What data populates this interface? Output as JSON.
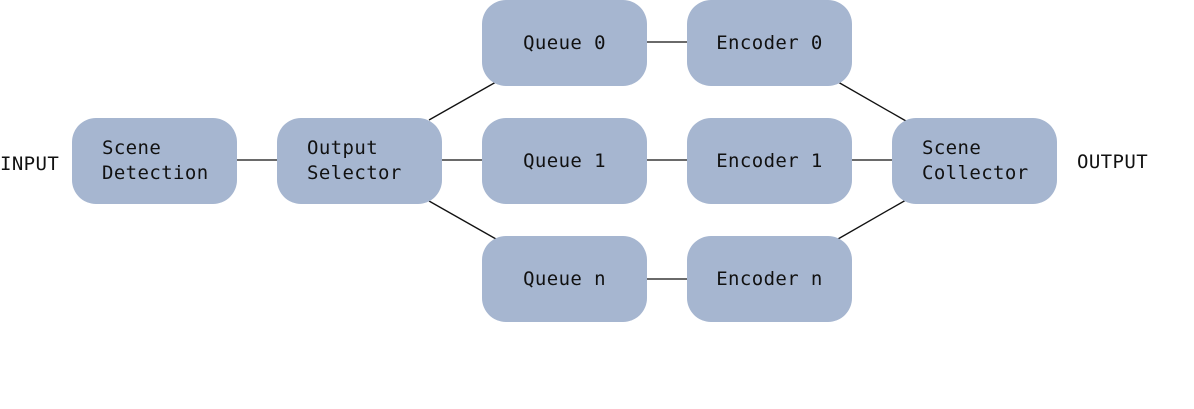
{
  "terminals": {
    "input": "INPUT",
    "output": "OUTPUT"
  },
  "nodes": {
    "scene_detection": "Scene\nDetection",
    "output_selector": "Output\nSelector",
    "queue_0": "Queue 0",
    "queue_1": "Queue 1",
    "queue_n": "Queue n",
    "encoder_0": "Encoder 0",
    "encoder_1": "Encoder 1",
    "encoder_n": "Encoder n",
    "scene_collector": "Scene\nCollector"
  },
  "colors": {
    "node_fill": "#a6b6d0",
    "edge": "#111111",
    "text": "#111111",
    "background": "#ffffff"
  }
}
